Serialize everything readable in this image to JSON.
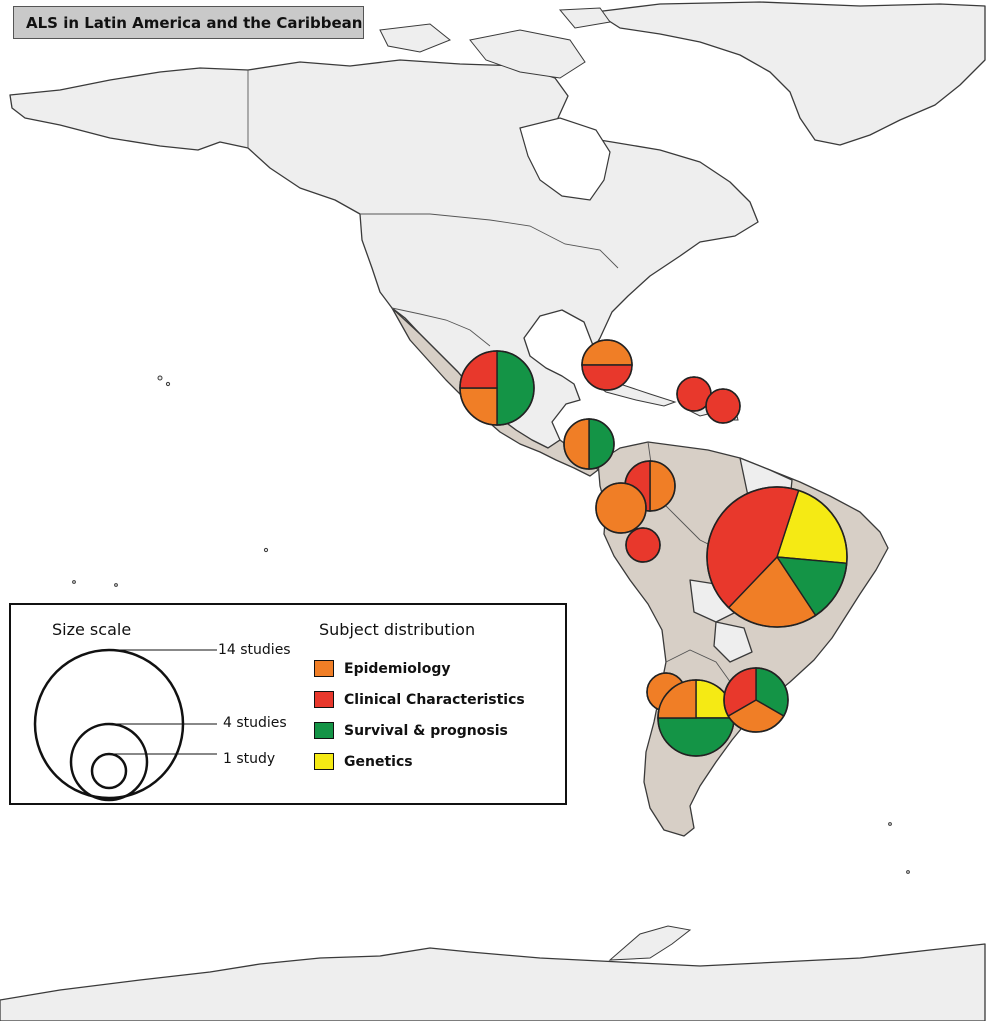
{
  "title": "ALS in Latin America and the Caribbean",
  "legend": {
    "size_scale_title": "Size scale",
    "subject_title": "Subject distribution",
    "scale_labels": [
      "14 studies",
      "4 studies",
      "1 study"
    ],
    "categories": [
      {
        "key": "epi",
        "label": "Epidemiology",
        "color": "#f07e26"
      },
      {
        "key": "clin",
        "label": "Clinical Characteristics",
        "color": "#e8382c"
      },
      {
        "key": "surv",
        "label": "Survival & prognosis",
        "color": "#149446"
      },
      {
        "key": "gen",
        "label": "Genetics",
        "color": "#f5ea14"
      }
    ]
  },
  "study_markers": [
    {
      "name": "Mexico",
      "studies": 4,
      "slices": {
        "clin": 1,
        "surv": 2,
        "epi": 1
      }
    },
    {
      "name": "Cuba",
      "studies": 2,
      "slices": {
        "epi": 1,
        "clin": 1
      }
    },
    {
      "name": "Puerto Rico",
      "studies": 1,
      "slices": {
        "clin": 1
      }
    },
    {
      "name": "Caribbean island",
      "studies": 1,
      "slices": {
        "clin": 1
      }
    },
    {
      "name": "Central America",
      "studies": 2,
      "slices": {
        "surv": 1,
        "epi": 1
      }
    },
    {
      "name": "Colombia",
      "studies": 2,
      "slices": {
        "epi": 1,
        "clin": 1
      }
    },
    {
      "name": "Ecuador",
      "studies": 2,
      "slices": {
        "epi": 2
      }
    },
    {
      "name": "Peru",
      "studies": 1,
      "slices": {
        "clin": 1
      }
    },
    {
      "name": "Brazil",
      "studies": 14,
      "slices": {
        "gen": 3,
        "surv": 2,
        "epi": 3,
        "clin": 6
      }
    },
    {
      "name": "Chile",
      "studies": 1,
      "slices": {
        "epi": 1
      }
    },
    {
      "name": "Argentina",
      "studies": 4,
      "slices": {
        "gen": 1,
        "surv": 2,
        "epi": 1
      }
    },
    {
      "name": "Uruguay",
      "studies": 3,
      "slices": {
        "surv": 1,
        "epi": 1,
        "clin": 1
      }
    }
  ]
}
